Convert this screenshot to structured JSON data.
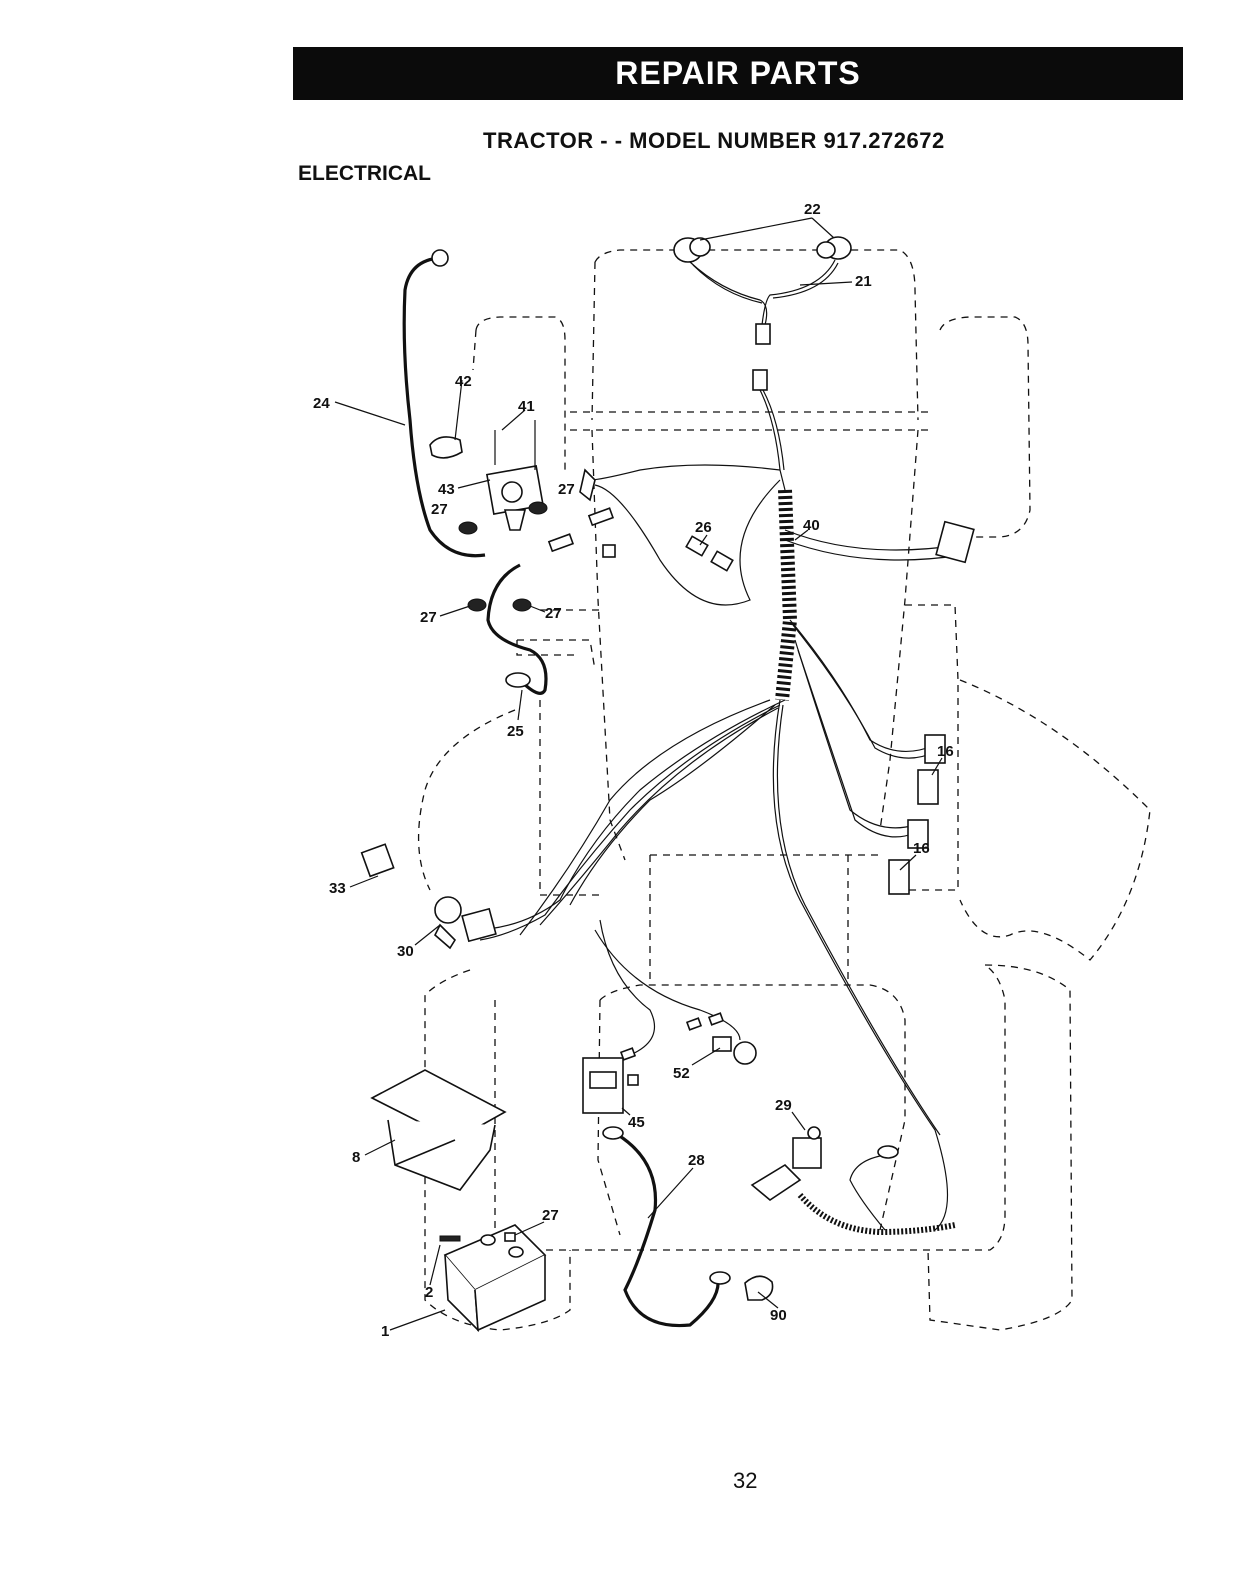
{
  "header": {
    "banner": "REPAIR PARTS"
  },
  "subtitle": "TRACTOR - - MODEL NUMBER  917.272672",
  "section": "ELECTRICAL",
  "callouts": {
    "c22": "22",
    "c21": "21",
    "c24": "24",
    "c42": "42",
    "c41": "41",
    "c43": "43",
    "c27a": "27",
    "c27b": "27",
    "c27c": "27",
    "c27d": "27",
    "c27e": "27",
    "c26": "26",
    "c40": "40",
    "c25": "25",
    "c16a": "16",
    "c16b": "16",
    "c33": "33",
    "c30": "30",
    "c52": "52",
    "c45": "45",
    "c29": "29",
    "c28": "28",
    "c8": "8",
    "c2": "2",
    "c1": "1",
    "c90": "90"
  },
  "footer": {
    "page_number": "32"
  }
}
